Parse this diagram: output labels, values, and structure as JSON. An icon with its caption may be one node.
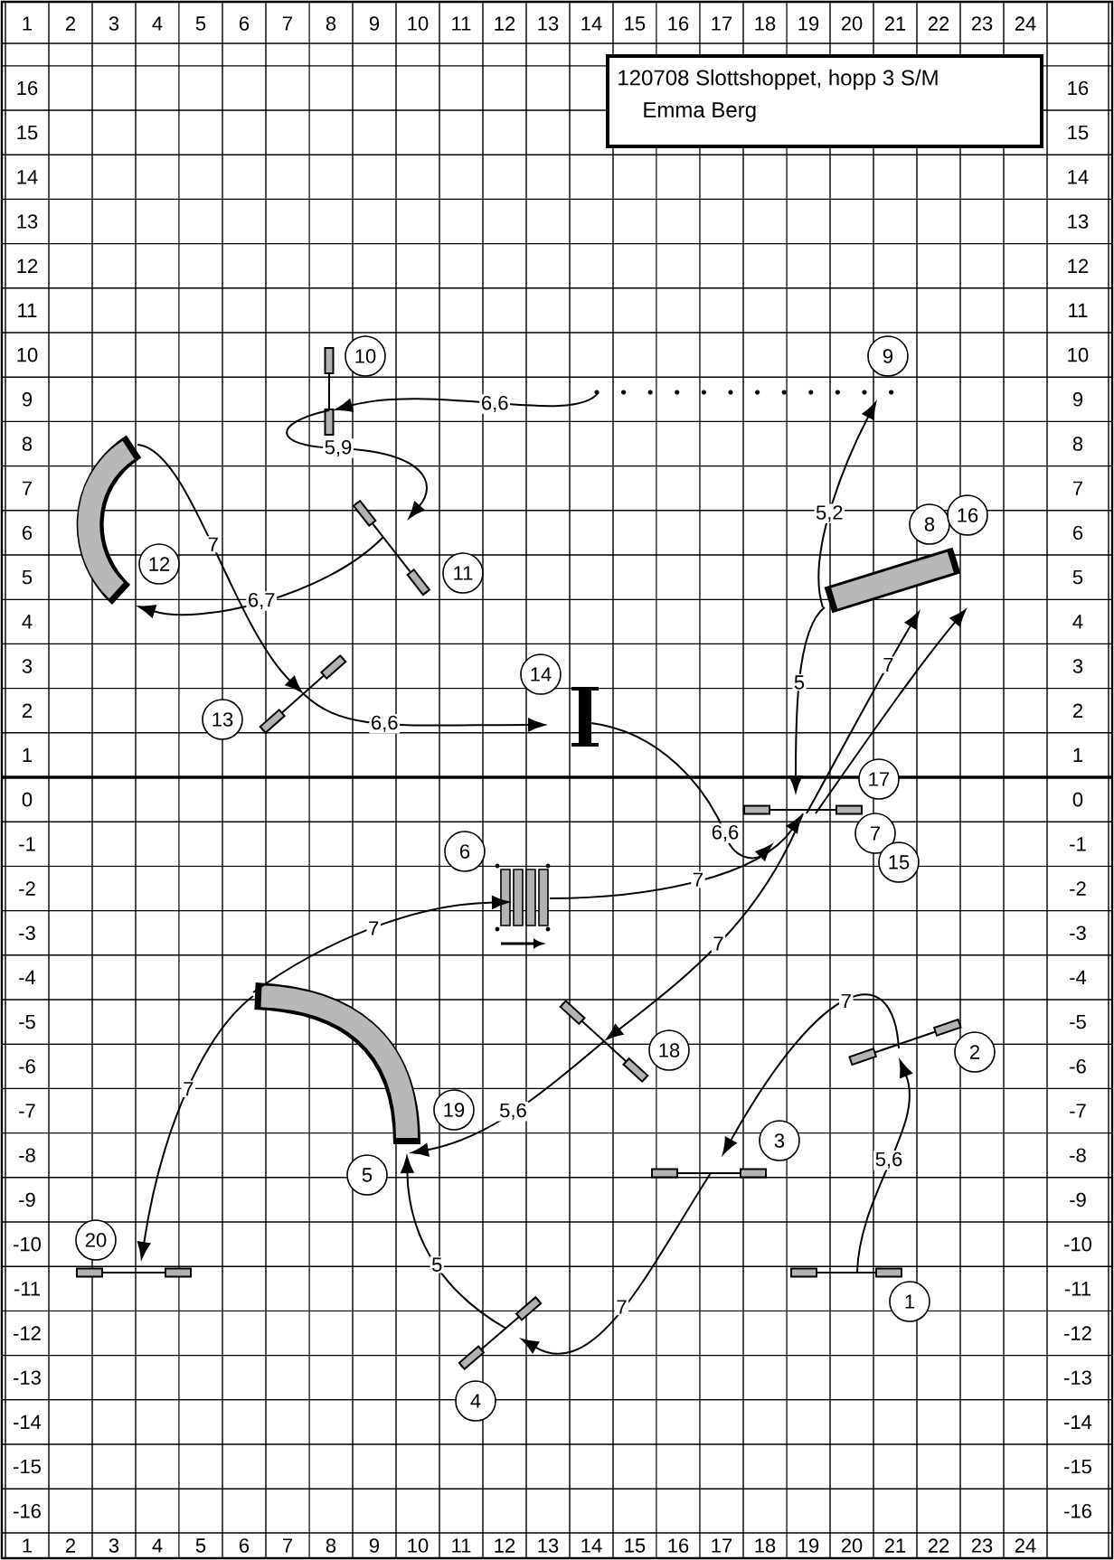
{
  "diagram": {
    "nodes": [
      {
        "text": [
          "120708 Slottshoppet, hopp 3 S/M",
          "Emma Berg"
        ]
      },
      {
        "text": [],
        "shape": "bar",
        "beside": [
          "1"
        ]
      },
      {
        "text": [],
        "shape": "bar",
        "beside": [
          "2"
        ]
      },
      {
        "text": [],
        "shape": "bar",
        "beside": [
          "3"
        ]
      },
      {
        "text": [],
        "shape": "bar",
        "beside": [
          "4"
        ]
      },
      {
        "text": [],
        "shape": "tube",
        "beside": [
          "5",
          "19"
        ]
      },
      {
        "text": [],
        "shape": "box",
        "beside": [
          "6"
        ]
      },
      {
        "text": [],
        "shape": "bar",
        "beside": [
          "17",
          "7",
          "15"
        ]
      },
      {
        "text": [],
        "shape": "tube",
        "beside": [
          "8",
          "16"
        ]
      },
      {
        "text": [],
        "shape": "poles",
        "beside": [
          "9"
        ]
      },
      {
        "text": [],
        "shape": "bar",
        "beside": [
          "10"
        ]
      },
      {
        "text": [],
        "shape": "bar",
        "beside": [
          "11"
        ]
      },
      {
        "text": [],
        "shape": "tube",
        "beside": [
          "12"
        ]
      },
      {
        "text": [],
        "shape": "bar",
        "beside": [
          "13"
        ]
      },
      {
        "text": [],
        "shape": "block",
        "beside": [
          "14"
        ]
      },
      {
        "text": [],
        "shape": "bar",
        "beside": [
          "18"
        ]
      },
      {
        "text": [],
        "shape": "bar",
        "beside": [
          "20"
        ]
      }
    ],
    "edges": [
      {
        "from": 1,
        "to": 2,
        "arrow": "to",
        "label": "5,6"
      },
      {
        "from": 2,
        "to": 3,
        "arrow": "to",
        "label": "7"
      },
      {
        "from": 3,
        "to": 4,
        "arrow": "to",
        "label": "7"
      },
      {
        "from": 4,
        "to": 5,
        "arrow": "to",
        "label": "5"
      },
      {
        "from": 5,
        "to": 6,
        "arrow": "to",
        "label": "7"
      },
      {
        "from": 6,
        "to": 7,
        "arrow": "to",
        "label": "7"
      },
      {
        "from": 7,
        "to": 8,
        "arrow": "to",
        "label": "7"
      },
      {
        "from": 8,
        "to": 9,
        "arrow": "to",
        "label": "5,2"
      },
      {
        "from": 9,
        "to": 10,
        "arrow": "to",
        "label": "6,6"
      },
      {
        "from": 10,
        "to": 11,
        "arrow": "to",
        "label": "5,9"
      },
      {
        "from": 11,
        "to": 12,
        "arrow": "to",
        "label": "6,7"
      },
      {
        "from": 12,
        "to": 13,
        "arrow": "to",
        "label": "7"
      },
      {
        "from": 13,
        "to": 14,
        "arrow": "to",
        "label": "6,6"
      },
      {
        "from": 14,
        "to": 7,
        "arrow": "to",
        "label": "6,6"
      },
      {
        "from": 7,
        "to": 8,
        "arrow": "to"
      },
      {
        "from": 8,
        "to": 7,
        "arrow": "to",
        "label": "5"
      },
      {
        "from": 7,
        "to": 15,
        "arrow": "to",
        "label": "7"
      },
      {
        "from": 15,
        "to": 5,
        "arrow": "to",
        "label": "5,6"
      },
      {
        "from": 5,
        "to": 16,
        "arrow": "to",
        "label": "7"
      }
    ],
    "labels": [
      "1",
      "2",
      "3",
      "4",
      "5",
      "6",
      "7",
      "8",
      "9",
      "10",
      "11",
      "12",
      "13",
      "14",
      "15",
      "16",
      "17",
      "18",
      "19",
      "20",
      "21",
      "22",
      "23",
      "24",
      "16",
      "16",
      "15",
      "15",
      "14",
      "14",
      "13",
      "13",
      "12",
      "12",
      "11",
      "11",
      "10",
      "10",
      "9",
      "9",
      "8",
      "8",
      "7",
      "7",
      "6",
      "6",
      "5",
      "5",
      "4",
      "4",
      "3",
      "3",
      "2",
      "2",
      "1",
      "1",
      "0",
      "0",
      "-1",
      "-1",
      "-2",
      "-2",
      "-3",
      "-3",
      "-4",
      "-4",
      "-5",
      "-5",
      "-6",
      "-6",
      "-7",
      "-7",
      "-8",
      "-8",
      "-9",
      "-9",
      "-10",
      "-10",
      "-11",
      "-11",
      "-12",
      "-12",
      "-13",
      "-13",
      "-14",
      "-14",
      "-15",
      "-15",
      "-16",
      "-16",
      "1",
      "2",
      "3",
      "4",
      "5",
      "6",
      "7",
      "8",
      "9",
      "10",
      "11",
      "12",
      "13",
      "14",
      "15",
      "16",
      "17",
      "18",
      "19",
      "20",
      "21",
      "22",
      "23",
      "24"
    ]
  }
}
